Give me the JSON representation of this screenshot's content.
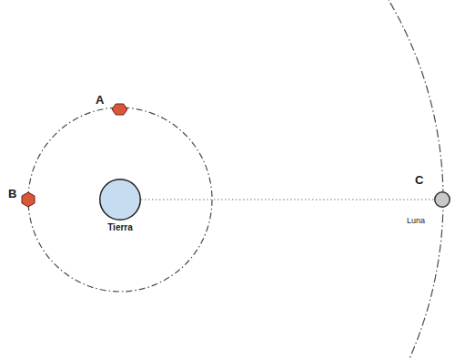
{
  "diagram": {
    "nodes": [
      {
        "text": [
          "Tierra"
        ]
      },
      {
        "text": [
          "A"
        ]
      },
      {
        "text": [
          "B"
        ]
      },
      {
        "text": [
          "C",
          "Luna"
        ]
      }
    ],
    "edges": [
      {
        "from": 0,
        "to": 3,
        "arrow": "none"
      }
    ]
  }
}
